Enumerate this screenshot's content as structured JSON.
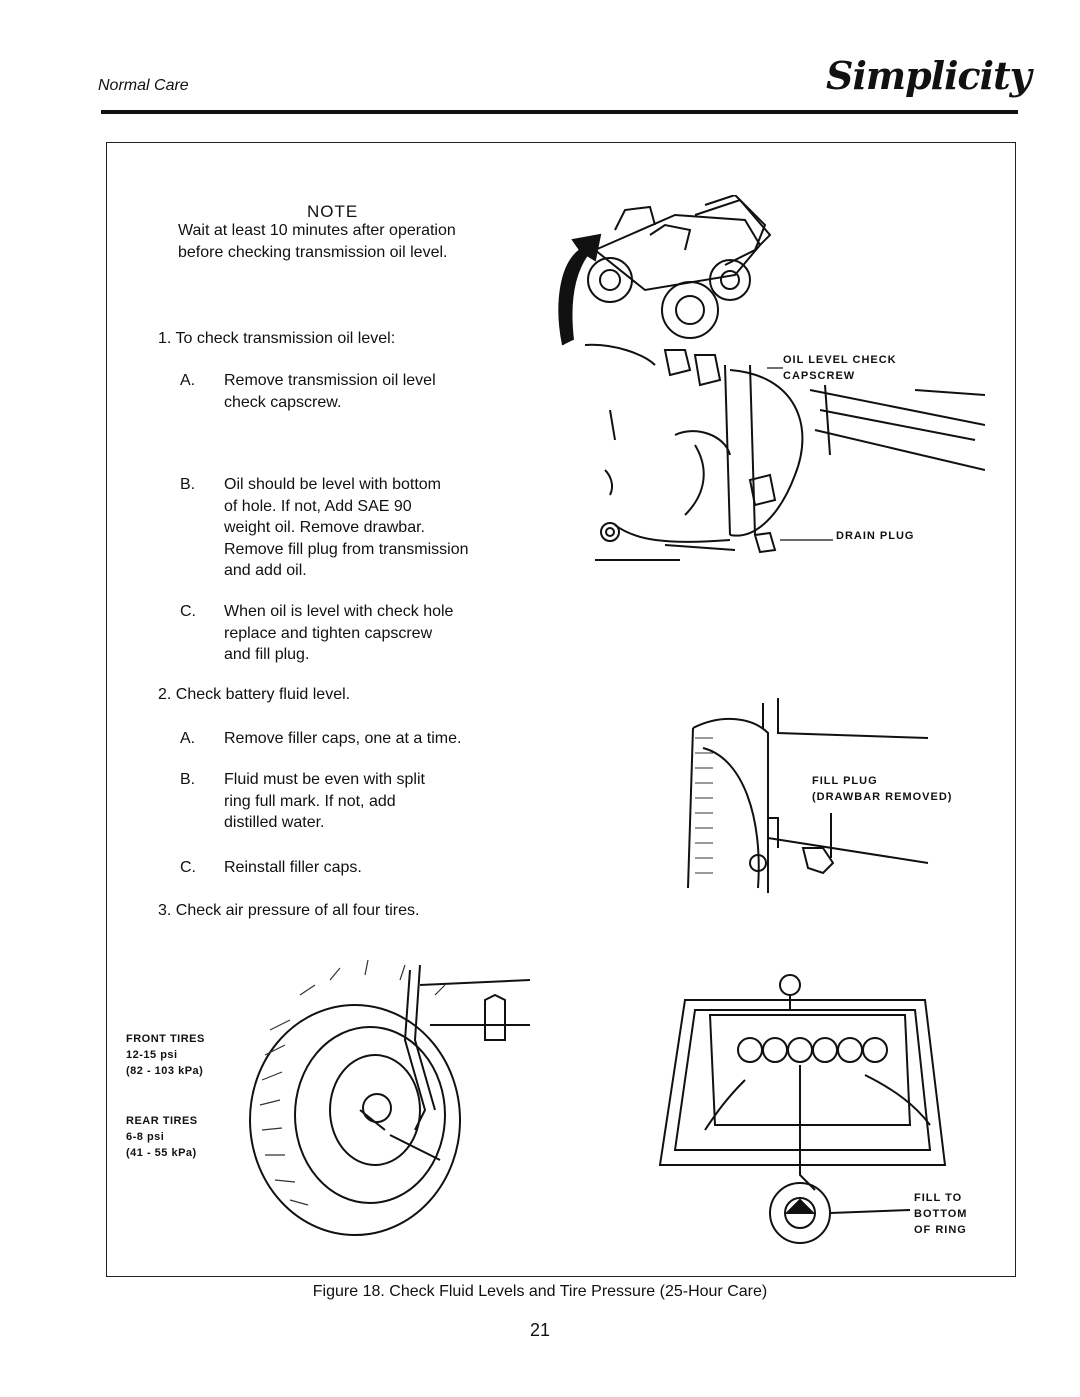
{
  "header": {
    "section": "Normal Care",
    "brand": "Simplicity"
  },
  "note": {
    "title": "NOTE",
    "lines": [
      "Wait at least 10 minutes after operation",
      "before checking transmission oil level."
    ]
  },
  "steps": {
    "s1": "1.  To check transmission oil level:",
    "s1a_letter": "A.",
    "s1a": [
      "Remove transmission oil level",
      "check capscrew."
    ],
    "s1b_letter": "B.",
    "s1b": [
      "Oil should be level with bottom",
      "of hole. If not, Add SAE 90",
      "weight oil. Remove drawbar.",
      "Remove fill plug from transmission",
      "and add oil."
    ],
    "s1c_letter": "C.",
    "s1c": [
      "When oil is level with check hole",
      "replace and tighten capscrew",
      "and fill plug."
    ],
    "s2": "2.  Check battery fluid level.",
    "s2a_letter": "A.",
    "s2a": "Remove filler caps, one at a time.",
    "s2b_letter": "B.",
    "s2b": [
      "Fluid must be even with split",
      "ring full mark.  If not, add",
      "distilled water."
    ],
    "s2c_letter": "C.",
    "s2c": "Reinstall filler caps.",
    "s3": "3.  Check air pressure of all four tires."
  },
  "callouts": {
    "oil_check_1": "OIL LEVEL CHECK",
    "oil_check_2": "CAPSCREW",
    "drain_plug": "DRAIN PLUG",
    "fill_plug_1": "FILL PLUG",
    "fill_plug_2": "(DRAWBAR REMOVED)",
    "fill_to_1": "FILL TO",
    "fill_to_2": "BOTTOM",
    "fill_to_3": "OF RING"
  },
  "tires": {
    "front_title": "FRONT TIRES",
    "front_psi": "12-15 psi",
    "front_kpa": "(82 - 103 kPa)",
    "rear_title": "REAR TIRES",
    "rear_psi": "6-8 psi",
    "rear_kpa": "(41 - 55 kPa)"
  },
  "caption": "Figure 18.  Check Fluid Levels and Tire Pressure  (25-Hour Care)",
  "page_number": "21"
}
